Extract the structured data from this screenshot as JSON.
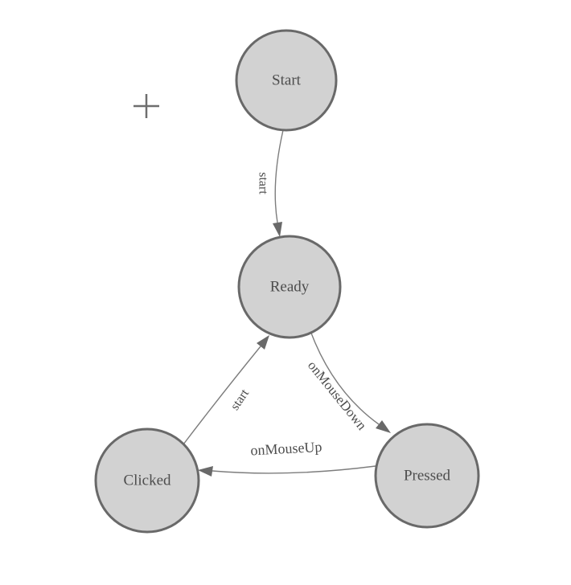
{
  "colors": {
    "background": "#ffffff",
    "node_fill": "#d2d2d2",
    "node_stroke": "#696969",
    "edge_stroke": "#7d7d7d",
    "arrow_fill": "#696969",
    "label_text": "#4d4d4d",
    "crosshair": "#6e6e6e"
  },
  "canvas": {
    "cursor_icon": "crosshair-plus"
  },
  "nodes": [
    {
      "id": "start",
      "label": "Start"
    },
    {
      "id": "ready",
      "label": "Ready"
    },
    {
      "id": "clicked",
      "label": "Clicked"
    },
    {
      "id": "pressed",
      "label": "Pressed"
    }
  ],
  "edges": [
    {
      "from": "Start",
      "to": "Ready",
      "label": "start"
    },
    {
      "from": "Ready",
      "to": "Pressed",
      "label": "onMouseDown"
    },
    {
      "from": "Pressed",
      "to": "Clicked",
      "label": "onMouseUp"
    },
    {
      "from": "Clicked",
      "to": "Ready",
      "label": "start"
    }
  ]
}
